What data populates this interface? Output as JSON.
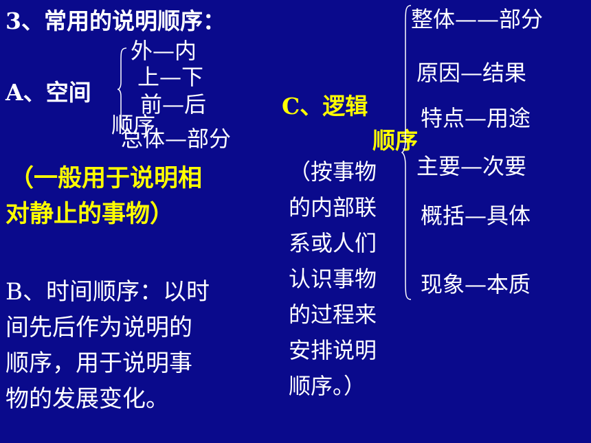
{
  "slide": {
    "heading": "3、常用的说明顺序：",
    "section_a": {
      "label": "A、空间",
      "label_suffix": "顺序",
      "pairs": [
        "外—内",
        "上—下",
        "前—后",
        "总体—部分"
      ],
      "note_line1": "（一般用于说明相",
      "note_line2": "对静止的事物）"
    },
    "section_b": {
      "lines": [
        "B、时间顺序：以时",
        "间先后作为说明的",
        "顺序，用于说明事",
        "物的发展变化。"
      ]
    },
    "section_c": {
      "label": "C、逻辑",
      "label_suffix": "顺序",
      "note_lines": [
        "（按事物",
        "的内部联",
        "系或人们",
        "认识事物",
        "的过程来",
        "安排说明",
        "顺序。）"
      ],
      "pairs": [
        "整体——部分",
        "原因—结果",
        "特点—用途",
        "主要—次要",
        "概括—具体",
        "现象—本质"
      ]
    },
    "colors": {
      "background": "#0a0a8c",
      "text": "#ffffff",
      "highlight": "#ffff00"
    }
  }
}
